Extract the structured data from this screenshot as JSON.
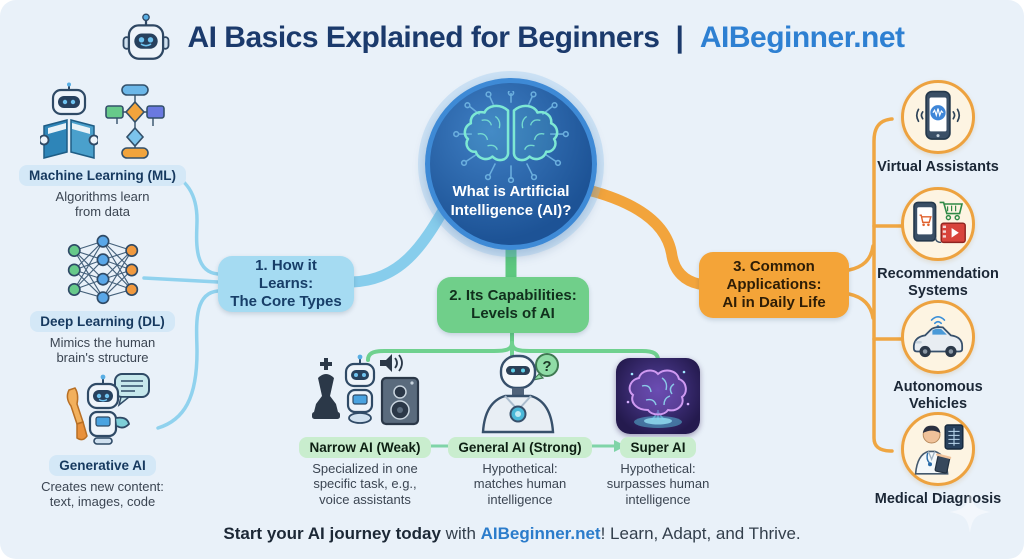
{
  "colors": {
    "background": "#e9f1f9",
    "title_navy": "#1b3a6c",
    "brand_blue": "#2e80d2",
    "branch_blue": "#87cdec",
    "branch_green": "#5dc87f",
    "branch_orange": "#f2a43c",
    "center_circle_fill": "#1d5396",
    "center_circle_border": "#3e8ad6"
  },
  "header": {
    "icon": "robot-icon",
    "title": "AI Basics Explained for Beginners",
    "separator": "|",
    "brand": "AIBeginner.net"
  },
  "center": {
    "icon": "brain-circuit-icon",
    "question": "What is Artificial\nIntelligence (AI)?"
  },
  "branches": {
    "learning": {
      "label": "1. How it Learns:\nThe Core Types"
    },
    "capabilities": {
      "label": "2. Its Capabilities:\nLevels of AI"
    },
    "applications": {
      "label": "3. Common\nApplications:\nAI in Daily Life"
    }
  },
  "core_types": [
    {
      "icon": "robot-reading-and-flowchart-icon",
      "label": "Machine Learning (ML)",
      "description": "Algorithms learn\nfrom data"
    },
    {
      "icon": "neural-network-icon",
      "label": "Deep Learning (DL)",
      "description": "Mimics the human\nbrain's structure"
    },
    {
      "icon": "robot-painter-icon",
      "label": "Generative AI",
      "description": "Creates new content:\ntext, images, code"
    }
  ],
  "ai_levels": [
    {
      "icon": "chess-robot-speaker-icon",
      "label": "Narrow AI (Weak)",
      "description": "Specialized in one\nspecific task, e.g.,\nvoice assistants"
    },
    {
      "icon": "humanoid-robot-question-icon",
      "label": "General AI (Strong)",
      "description": "Hypothetical:\nmatches human\nintelligence"
    },
    {
      "icon": "holographic-brain-icon",
      "label": "Super AI",
      "description": "Hypothetical:\nsurpasses human\nintelligence"
    }
  ],
  "applications": [
    {
      "icon": "phone-voice-icon",
      "label": "Virtual Assistants"
    },
    {
      "icon": "shopping-media-icon",
      "label": "Recommendation\nSystems"
    },
    {
      "icon": "smart-car-icon",
      "label": "Autonomous\nVehicles"
    },
    {
      "icon": "doctor-xray-icon",
      "label": "Medical Diagnosis"
    }
  ],
  "footer": {
    "part1": "Start your AI journey today",
    "part2": " with ",
    "part3": "AIBeginner.net",
    "part4": "! Learn, Adapt, and Thrive."
  }
}
